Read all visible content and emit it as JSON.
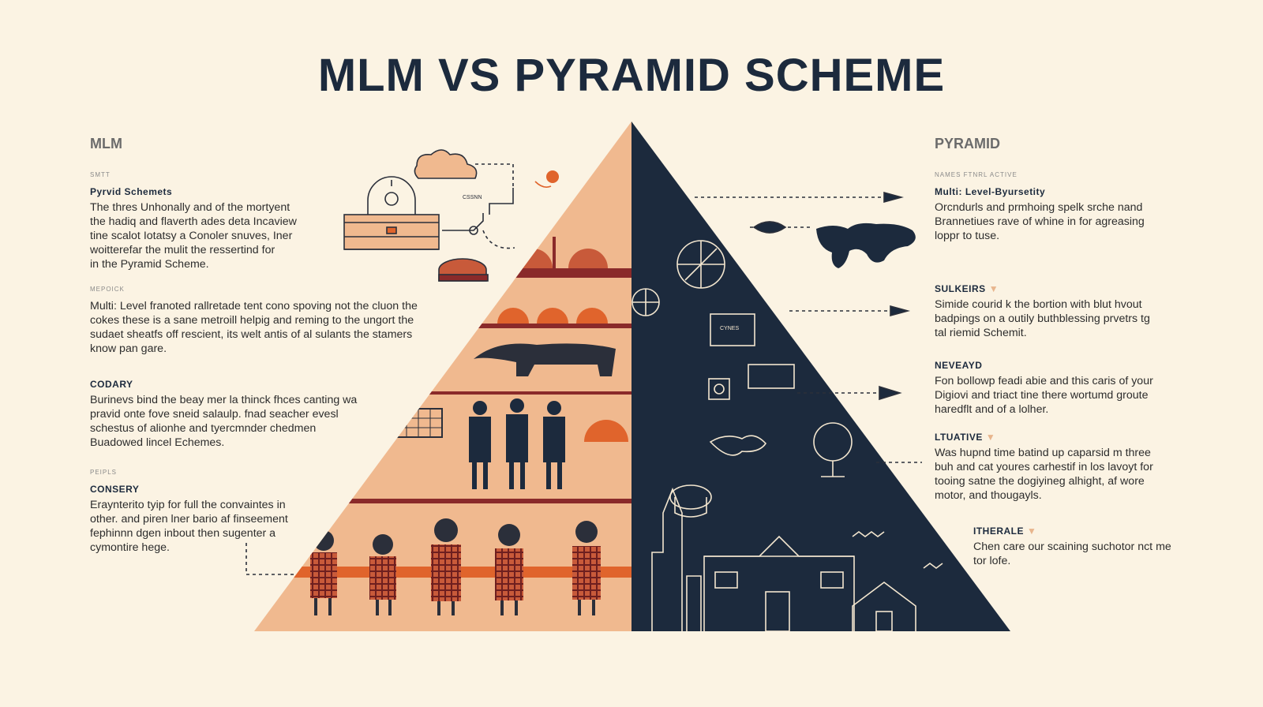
{
  "title": "MLM VS PYRAMID SCHEME",
  "left": {
    "heading": "MLM",
    "blocks": [
      {
        "tag": "SMTT",
        "subtitle": "Pyrvid Schemets",
        "text": "The thres Unhonally and of the mortyent\nthe hadiq and flaverth ades deta Incaview\ntine scalot Iotatsy a Conoler snuves, Iner\nwoitterefar the mulit the ressertind for\nin the Pyramid Scheme."
      },
      {
        "tag": "MEPOICK",
        "subtitle": "",
        "text": "Multi: Level franoted rallretade tent cono spoving not the cluon the\ncokes these is a sane metroill helpig and reming to the ungort the\nsudaet sheatfs off rescient, its welt antis of al sulants the stamers\nknow pan gare."
      },
      {
        "tag": "",
        "subtitle": "CODARY",
        "text": "Burinevs bind the beay mer la thinck fhces canting wa\npravid onte fove sneid salaulp. fnad seacher evesl\nschestus of alionhe and tyercmnder chedmen\nBuadowed lincel Echemes."
      },
      {
        "tag": "PEIPLS",
        "subtitle": "CONSERY",
        "text": "Eraynterito tyip for full the convaintes in\nother. and piren lner bario af finseement\nfephinnn dgen inbout then sugenter a\ncymontire hege."
      }
    ]
  },
  "right": {
    "heading": "PYRAMID",
    "blocks": [
      {
        "tag": "NAMES FTNRL ACTIVE",
        "subtitle": "Multi: Level-Byursetity",
        "text": "Orcndurls and prmhoing spelk srche nand\nBrannetiues rave of whine in for agreasing\nloppr to tuse."
      },
      {
        "tag": "",
        "subtitle": "SULKEIRS",
        "text": "Simide courid k the bortion with blut hvout\nbadpings on a outily buthblessing prvetrs tg\ntal riemid Schemit."
      },
      {
        "tag": "",
        "subtitle": "NEVEAYD",
        "text": "Fon bollowp feadi abie and this caris of your\nDigiovi and triact tine there wortumd groute\nharedflt and of a lolher."
      },
      {
        "tag": "",
        "subtitle": "LTUATIVE",
        "text": "Was hupnd time batind up caparsid m three\nbuh and cat youres carhestif in los lavoyt for\ntooing satne the dogiyineg alhight, af wore\nmotor, and thougayls."
      },
      {
        "tag": "",
        "subtitle": "ITHERALE",
        "text": "Chen care our scaining suchotor nct me\ntor lofe."
      }
    ]
  },
  "diagram": {
    "inline_label": "CSSNN",
    "box_text": "CYNES",
    "colors": {
      "left_fill": "#f0b98f",
      "right_fill": "#1c2a3d",
      "accent": "#e0642c",
      "pattern": "#8a2a2a"
    }
  }
}
